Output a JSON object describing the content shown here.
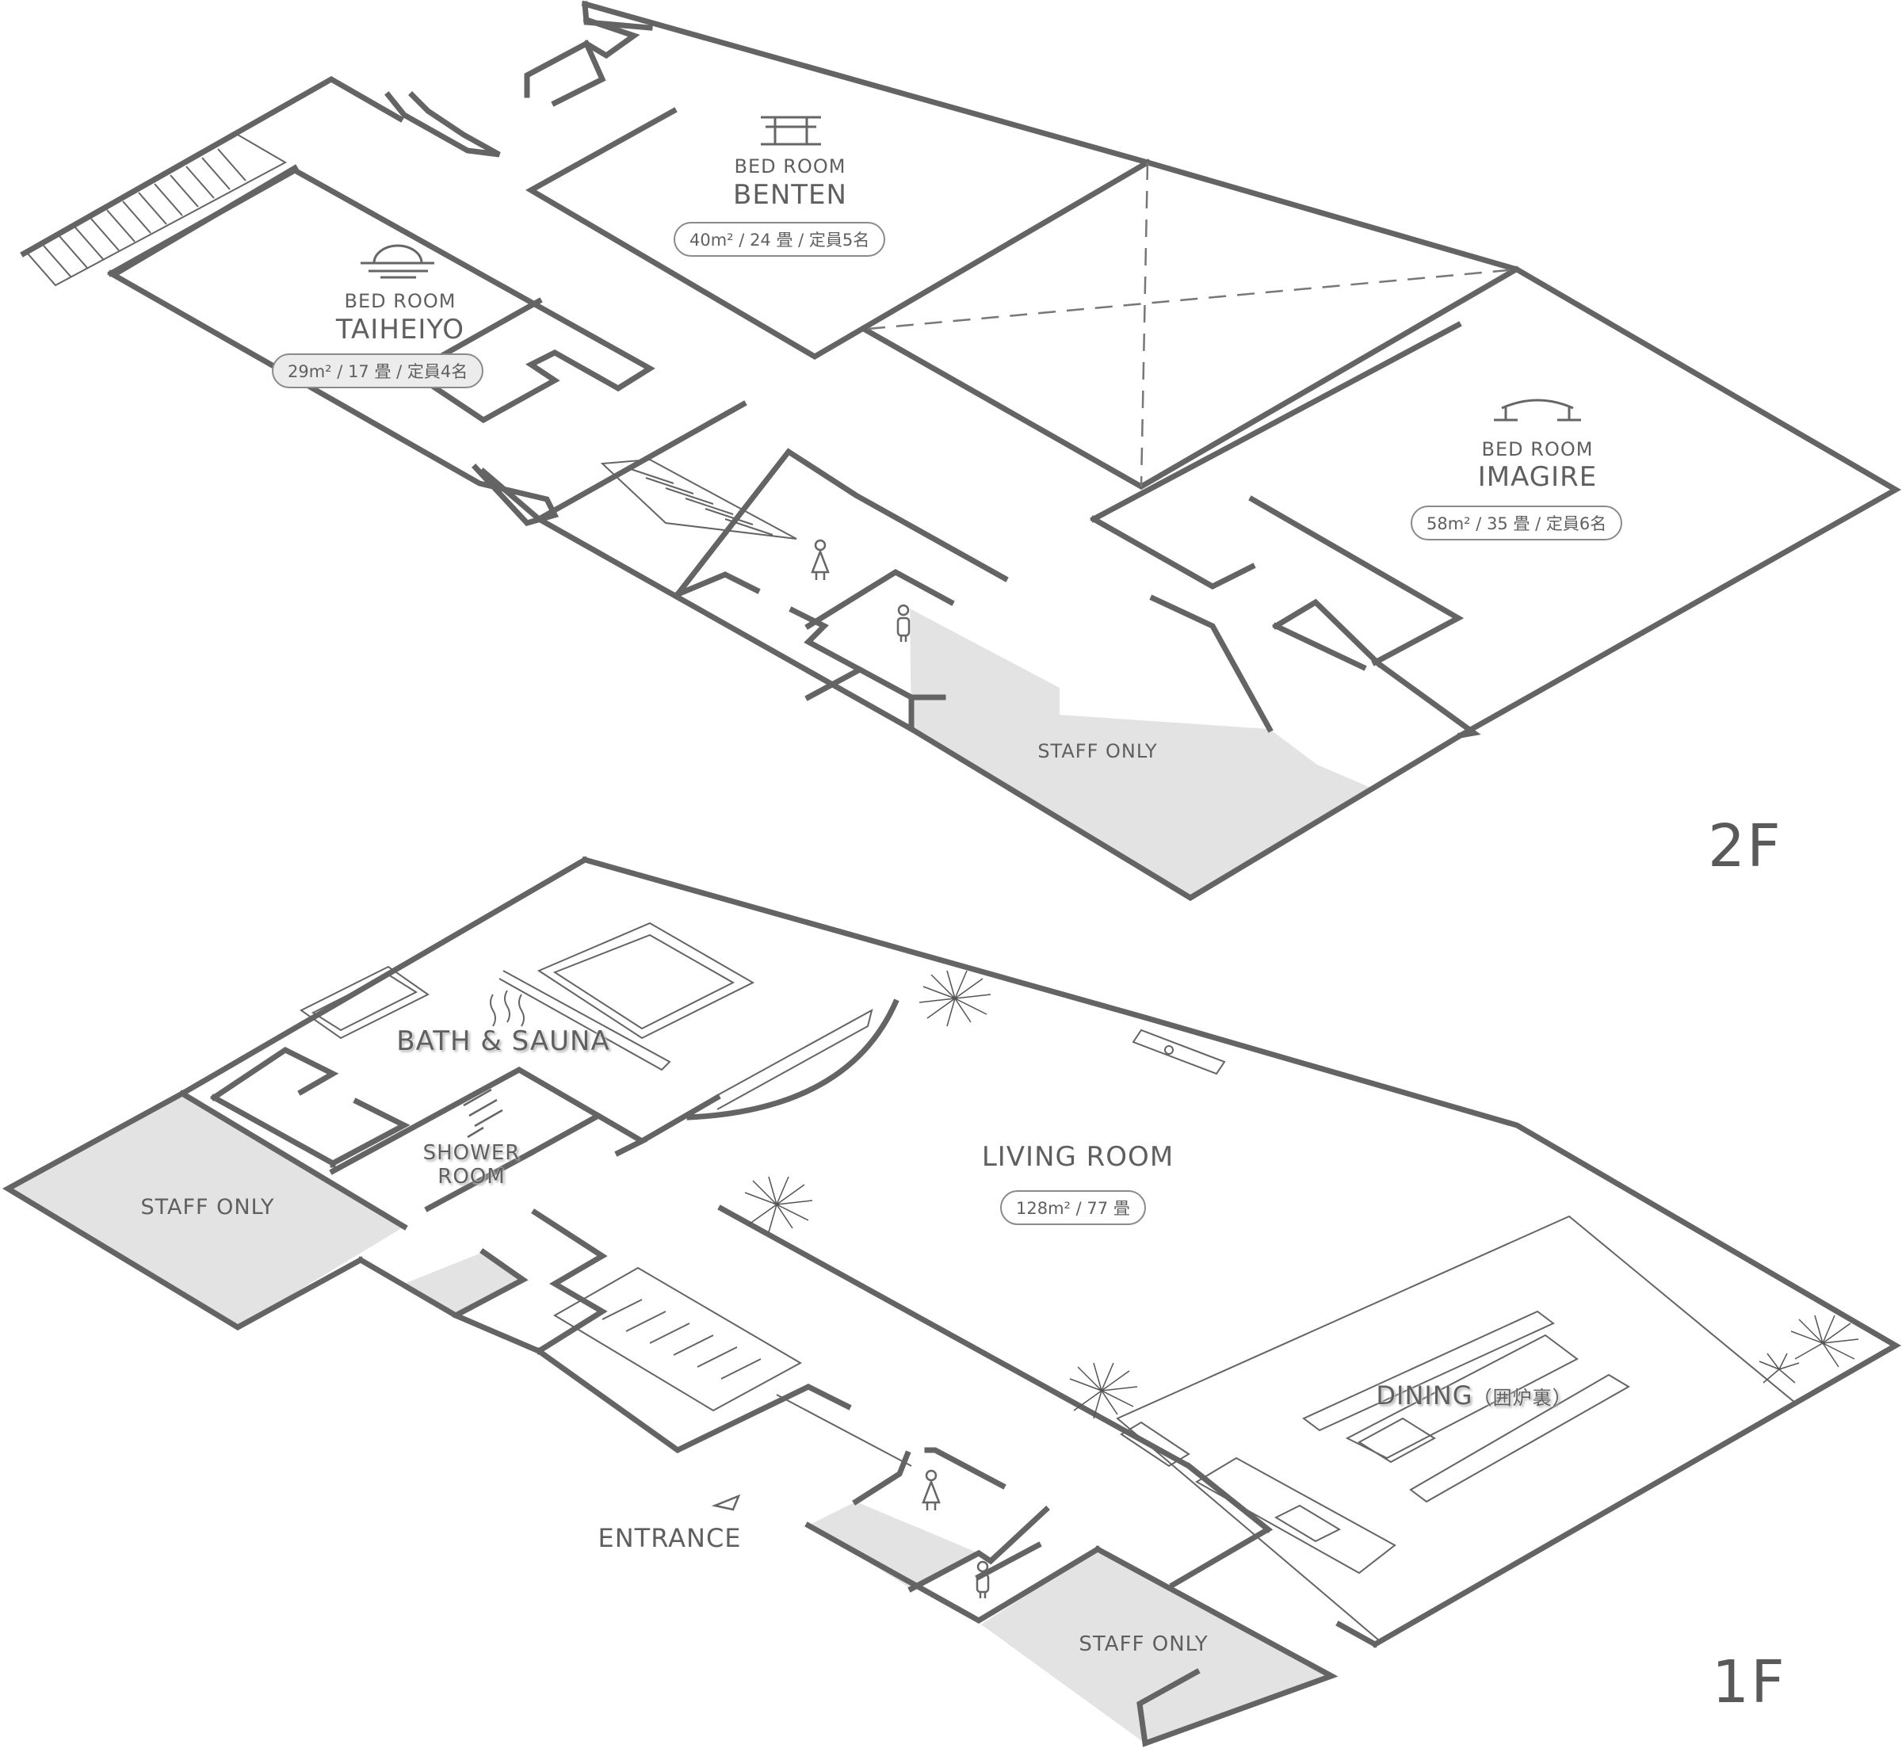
{
  "floors": {
    "upper": "2F",
    "lower": "1F"
  },
  "rooms_2f": {
    "taiheiyo": {
      "type": "BED ROOM",
      "name": "TAIHEIYO",
      "area": "29m²",
      "tatami": "17 畳",
      "capacity": "定員4名",
      "icon": "sunrise-icon"
    },
    "benten": {
      "type": "BED ROOM",
      "name": "BENTEN",
      "area": "40m²",
      "tatami": "24 畳",
      "capacity": "定員5名",
      "icon": "torii-gate-icon"
    },
    "imagire": {
      "type": "BED ROOM",
      "name": "IMAGIRE",
      "area": "58m²",
      "tatami": "35 畳",
      "capacity": "定員6名",
      "icon": "bridge-icon"
    },
    "staff": "STAFF ONLY"
  },
  "rooms_1f": {
    "bath": "BATH & SAUNA",
    "shower_line1": "SHOWER",
    "shower_line2": "ROOM",
    "staff_left": "STAFF ONLY",
    "staff_right": "STAFF ONLY",
    "living": {
      "name": "LIVING ROOM",
      "area": "128m²",
      "tatami": "77 畳"
    },
    "dining": {
      "name": "DINING",
      "note": "（囲炉裏）"
    },
    "entrance": "ENTRANCE"
  },
  "separator": "/",
  "icons": [
    "hot-spring-icon",
    "shower-icon",
    "woman-restroom-icon",
    "man-restroom-icon",
    "entrance-arrow-icon",
    "plant-icon"
  ]
}
